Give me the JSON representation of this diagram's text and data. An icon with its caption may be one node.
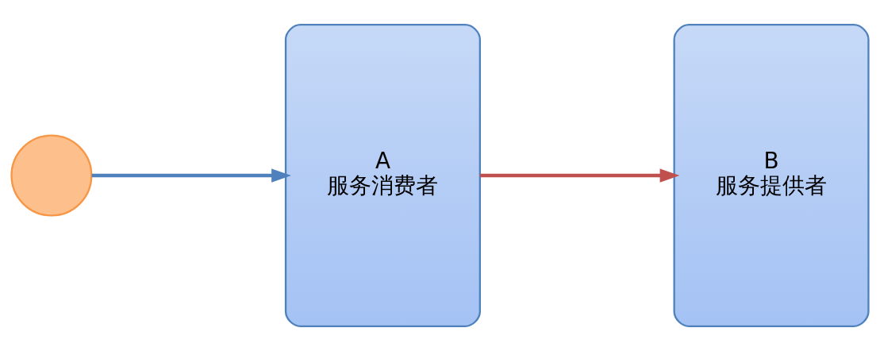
{
  "diagram": {
    "nodes": [
      {
        "text": [],
        "shape": "circle"
      },
      {
        "text": [
          "A",
          "服务消费者"
        ]
      },
      {
        "text": [
          "B",
          "服务提供者"
        ]
      }
    ],
    "edges": [
      {
        "from": 0,
        "to": 1,
        "arrow": "to"
      },
      {
        "from": 1,
        "to": 2,
        "arrow": "to",
        "color": "#c0504d"
      }
    ]
  }
}
